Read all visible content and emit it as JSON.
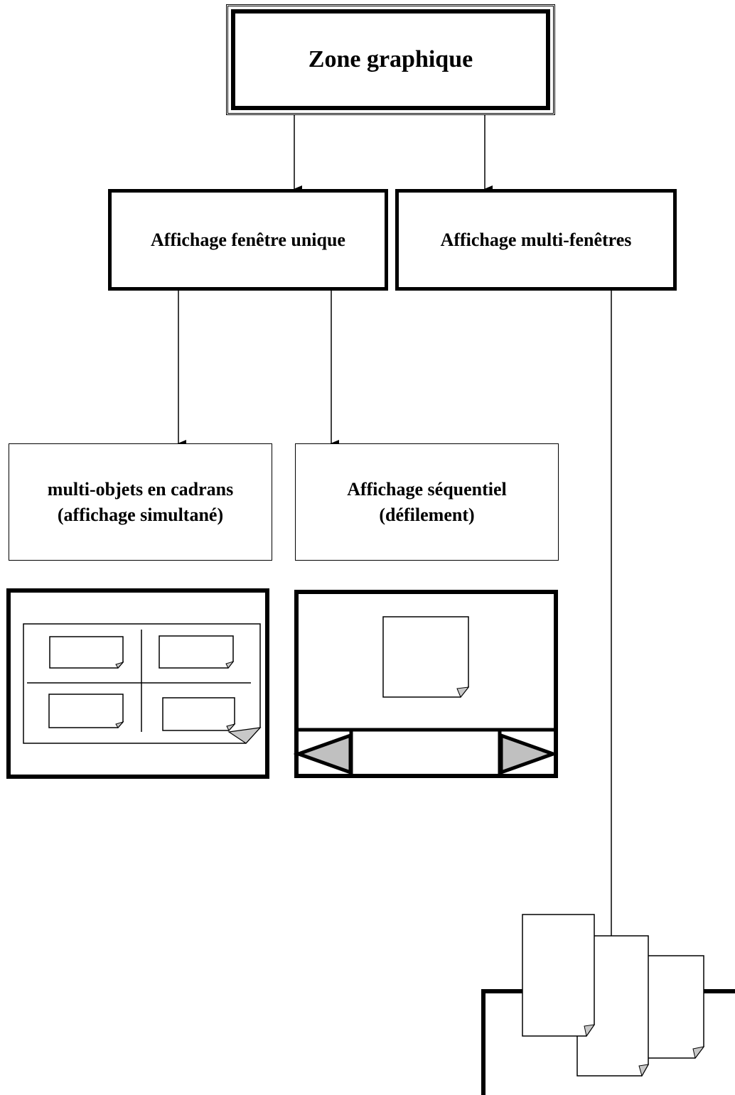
{
  "root": {
    "label": "Zone graphique"
  },
  "level1": {
    "single": {
      "label": "Affichage fenêtre unique"
    },
    "multi": {
      "label": "Affichage multi-fenêtres"
    }
  },
  "level2": {
    "quadrants": {
      "line1": "multi-objets en cadrans",
      "line2": "(affichage simultané)"
    },
    "sequential": {
      "line1": "Affichage séquentiel",
      "line2": "(défilement)"
    }
  },
  "colors": {
    "stroke": "#000000",
    "arrow_fill": "#c0c0c0",
    "fold_fill": "#c8c8c8",
    "background": "#ffffff"
  },
  "icons": {
    "quadrants": "four-framed-pages-icon",
    "sequential": "single-page-with-scroll-arrows-icon",
    "multi_window": "stacked-pages-icon"
  }
}
